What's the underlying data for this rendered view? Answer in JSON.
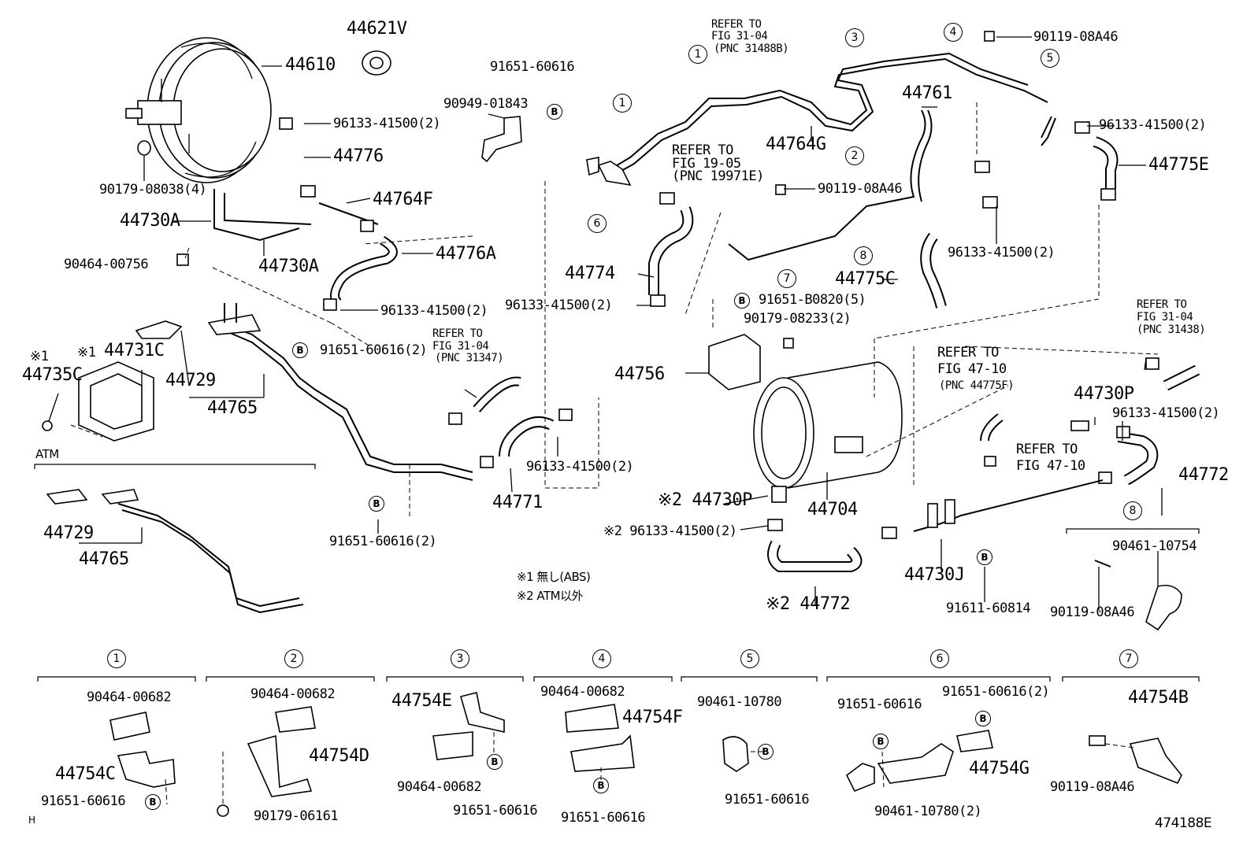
{
  "labels": {
    "p44621V": "44621V",
    "p44610": "44610",
    "p96133_top": "96133-41500(2)",
    "p44776": "44776",
    "p90179_08038": "90179-08038(4)",
    "p44764F": "44764F",
    "p44730A_1": "44730A",
    "p44730A_2": "44730A",
    "p90464_00756": "90464-00756",
    "p44776A": "44776A",
    "p96133_mid": "96133-41500(2)",
    "p91651_60616_top": "91651-60616",
    "p90949_01843": "90949-01843",
    "refer_31_04_a": "REFER TO",
    "refer_31_04_b": "FIG 31-04",
    "refer_31_04_c": "(PNC 31488B)",
    "refer_19_05_a": "REFER TO",
    "refer_19_05_b": "FIG 19-05",
    "refer_19_05_c": "(PNC 19971E)",
    "p44764G": "44764G",
    "p44761": "44761",
    "p90119_08A46_top": "90119-08A46",
    "p96133_right": "96133-41500(2)",
    "p44775E": "44775E",
    "p90119_08A46_mid": "90119-08A46",
    "p44774": "44774",
    "p96133_44774": "96133-41500(2)",
    "p44775C": "44775C",
    "p96133_44775C": "96133-41500(2)",
    "p91651_B0820": "91651-B0820(5)",
    "p90179_08233": "90179-08233(2)",
    "p44756": "44756",
    "refer_31_04_2a": "REFER TO",
    "refer_31_04_2b": "FIG 31-04",
    "refer_31_04_2c": "(PNC 31438)",
    "refer_47_10_a": "REFER TO",
    "refer_47_10_b": "FIG 47-10",
    "refer_47_10_c": "(PNC 44775F)",
    "refer_47_10_2a": "REFER TO",
    "refer_47_10_2b": "FIG 47-10",
    "p44730P_r": "44730P",
    "p96133_r2": "96133-41500(2)",
    "p44772_r": "44772",
    "p44731C": "44731C",
    "p44735C": "44735C",
    "note_mark1": "※1",
    "note_mark1b": "※1",
    "p44729_top": "44729",
    "p44765_top": "44765",
    "p91651_60616_2": "91651-60616(2)",
    "refer_31_04_3a": "REFER TO",
    "refer_31_04_3b": "FIG 31-04",
    "refer_31_04_3c": "(PNC 31347)",
    "p96133_44771": "96133-41500(2)",
    "p44771": "44771",
    "p91651_60616_3": "91651-60616(2)",
    "atm": "ATM",
    "p44729_atm": "44729",
    "p44765_atm": "44765",
    "p44730P_mid": "※2 44730P",
    "p96133_mid2": "※2 96133-41500(2)",
    "p44704": "44704",
    "p44730J": "44730J",
    "p91611_60814": "91611-60814",
    "p44772_mid": "※2 44772",
    "p90461_10754": "90461-10754",
    "p90119_08A46_r": "90119-08A46",
    "note1": "※1 無し(ABS)",
    "note2": "※2 ATM以外",
    "b1_90464": "90464-00682",
    "b1_44754C": "44754C",
    "b1_91651": "91651-60616",
    "b2_90464": "90464-00682",
    "b2_44754D": "44754D",
    "b2_90179": "90179-06161",
    "b3_44754E": "44754E",
    "b3_90464": "90464-00682",
    "b3_91651": "91651-60616",
    "b4_90464": "90464-00682",
    "b4_44754F": "44754F",
    "b4_91651": "91651-60616",
    "b5_90461": "90461-10780",
    "b5_91651": "91651-60616",
    "b6_91651_a": "91651-60616",
    "b6_91651_b": "91651-60616(2)",
    "b6_44754G": "44754G",
    "b6_90461": "90461-10780(2)",
    "b7_44754B": "44754B",
    "b7_90119": "90119-08A46",
    "corner_h": "H",
    "fig_id": "474188E"
  },
  "circles": {
    "c1": "1",
    "c2": "2",
    "c3": "3",
    "c4": "4",
    "c5": "5",
    "c6": "6",
    "c7": "7",
    "c8": "8",
    "c1b": "1",
    "c8b": "8",
    "s1": "1",
    "s2": "2",
    "s3": "3",
    "s4": "4",
    "s5": "5",
    "s6": "6",
    "s7": "7"
  },
  "bmark": "B"
}
